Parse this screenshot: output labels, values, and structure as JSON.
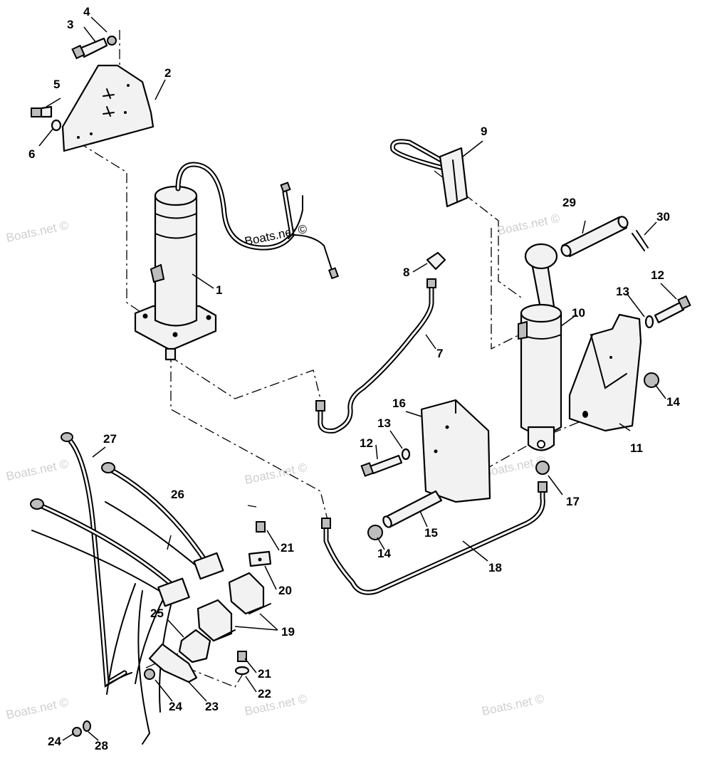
{
  "watermark": {
    "text": "Boats.net ©"
  },
  "callouts": {
    "c1": "1",
    "c2": "2",
    "c3": "3",
    "c4": "4",
    "c5": "5",
    "c6": "6",
    "c7": "7",
    "c8": "8",
    "c9": "9",
    "c10": "10",
    "c11": "11",
    "c12a": "12",
    "c12b": "12",
    "c13a": "13",
    "c13b": "13",
    "c14a": "14",
    "c14b": "14",
    "c15": "15",
    "c16": "16",
    "c17": "17",
    "c18": "18",
    "c19": "19",
    "c20": "20",
    "c21a": "21",
    "c21b": "21",
    "c22": "22",
    "c23": "23",
    "c24a": "24",
    "c24b": "24",
    "c25": "25",
    "c26": "26",
    "c27": "27",
    "c28": "28",
    "c29": "29",
    "c30": "30"
  },
  "colors": {
    "line": "#000000",
    "part_fill": "#f2f2f2",
    "watermark": "#cfcfcf"
  }
}
